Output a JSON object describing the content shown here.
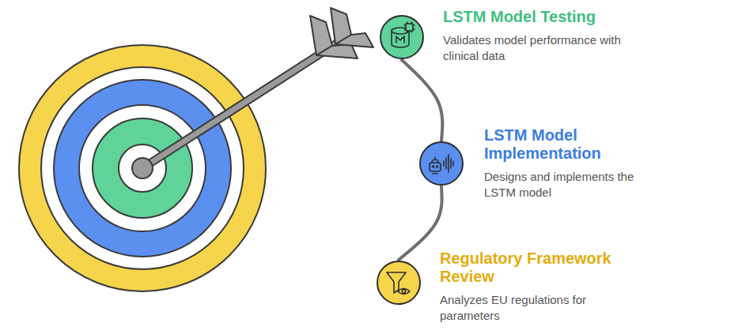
{
  "diagram": {
    "nodes": [
      {
        "text": [
          "LSTM Model Testing",
          "Validates model performance with clinical data"
        ]
      },
      {
        "text": [
          "LSTM Model Implementation",
          "Designs and implements the LSTM model"
        ]
      },
      {
        "text": [
          "Regulatory Framework Review",
          "Analyzes EU regulations for parameters"
        ]
      }
    ],
    "edges": [
      {
        "from": 0,
        "to": 1,
        "arrow": "none"
      },
      {
        "from": 1,
        "to": 2,
        "arrow": "none"
      }
    ]
  }
}
